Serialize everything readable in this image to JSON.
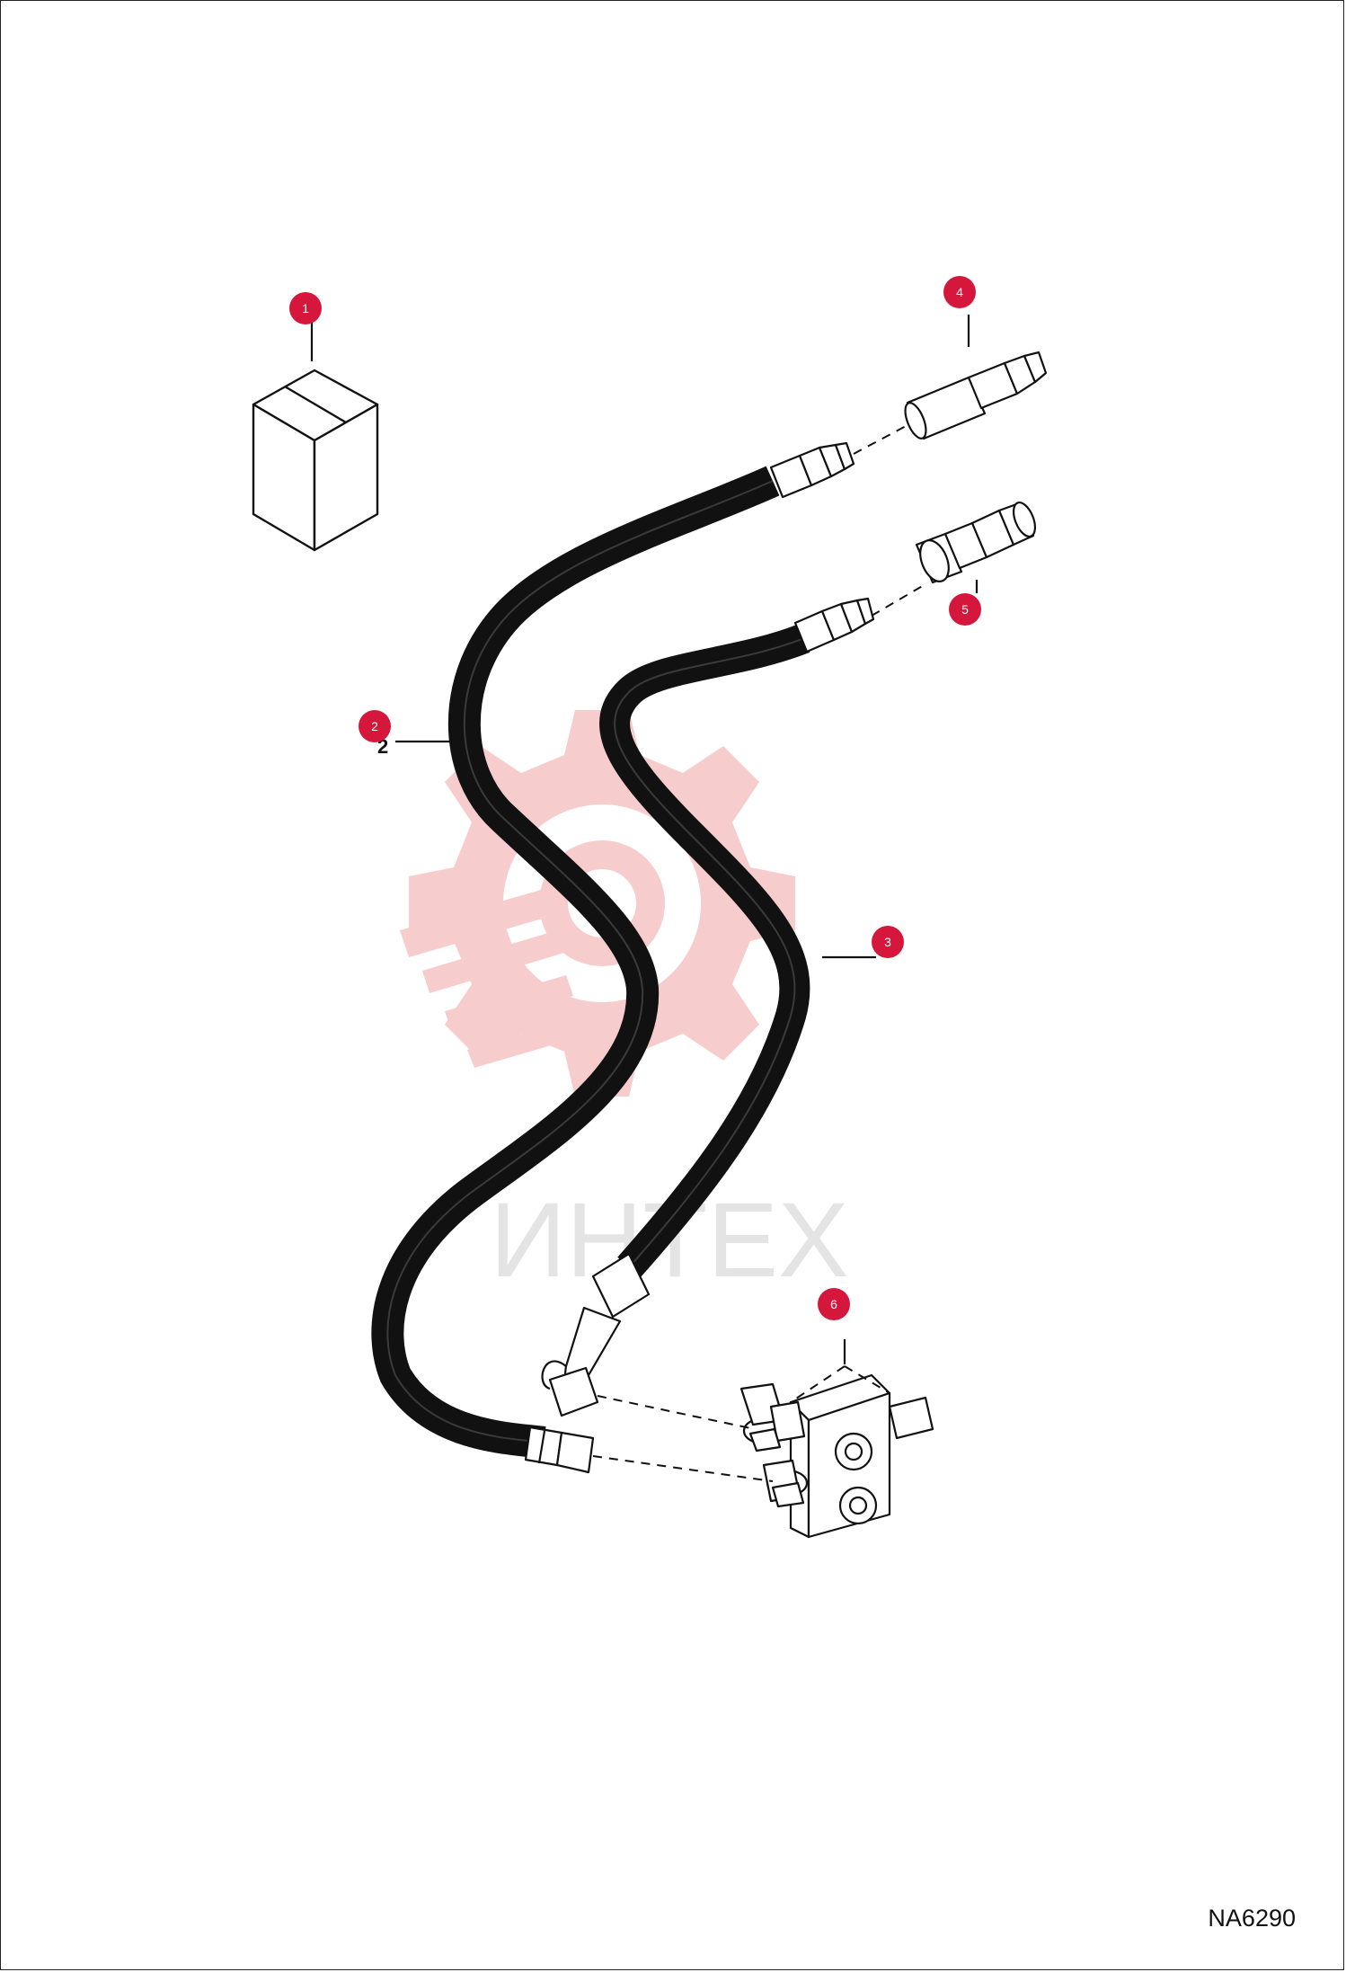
{
  "drawing_number": "NA6290",
  "watermark": {
    "text": "ИНТЕХ"
  },
  "colors": {
    "callout": "#d4173a",
    "hose": "#111111",
    "line": "#111111",
    "watermark_gear": "#f6c9c9",
    "watermark_text": "#e4e4e4"
  },
  "callouts": [
    {
      "id": "1",
      "label": "1",
      "part": "kit-box"
    },
    {
      "id": "2",
      "label": "2",
      "part": "hose-long"
    },
    {
      "id": "3",
      "label": "3",
      "part": "hose-short"
    },
    {
      "id": "4",
      "label": "4",
      "part": "quick-coupler-male"
    },
    {
      "id": "5",
      "label": "5",
      "part": "quick-coupler-female"
    },
    {
      "id": "6",
      "label": "6",
      "part": "valve-block"
    }
  ]
}
